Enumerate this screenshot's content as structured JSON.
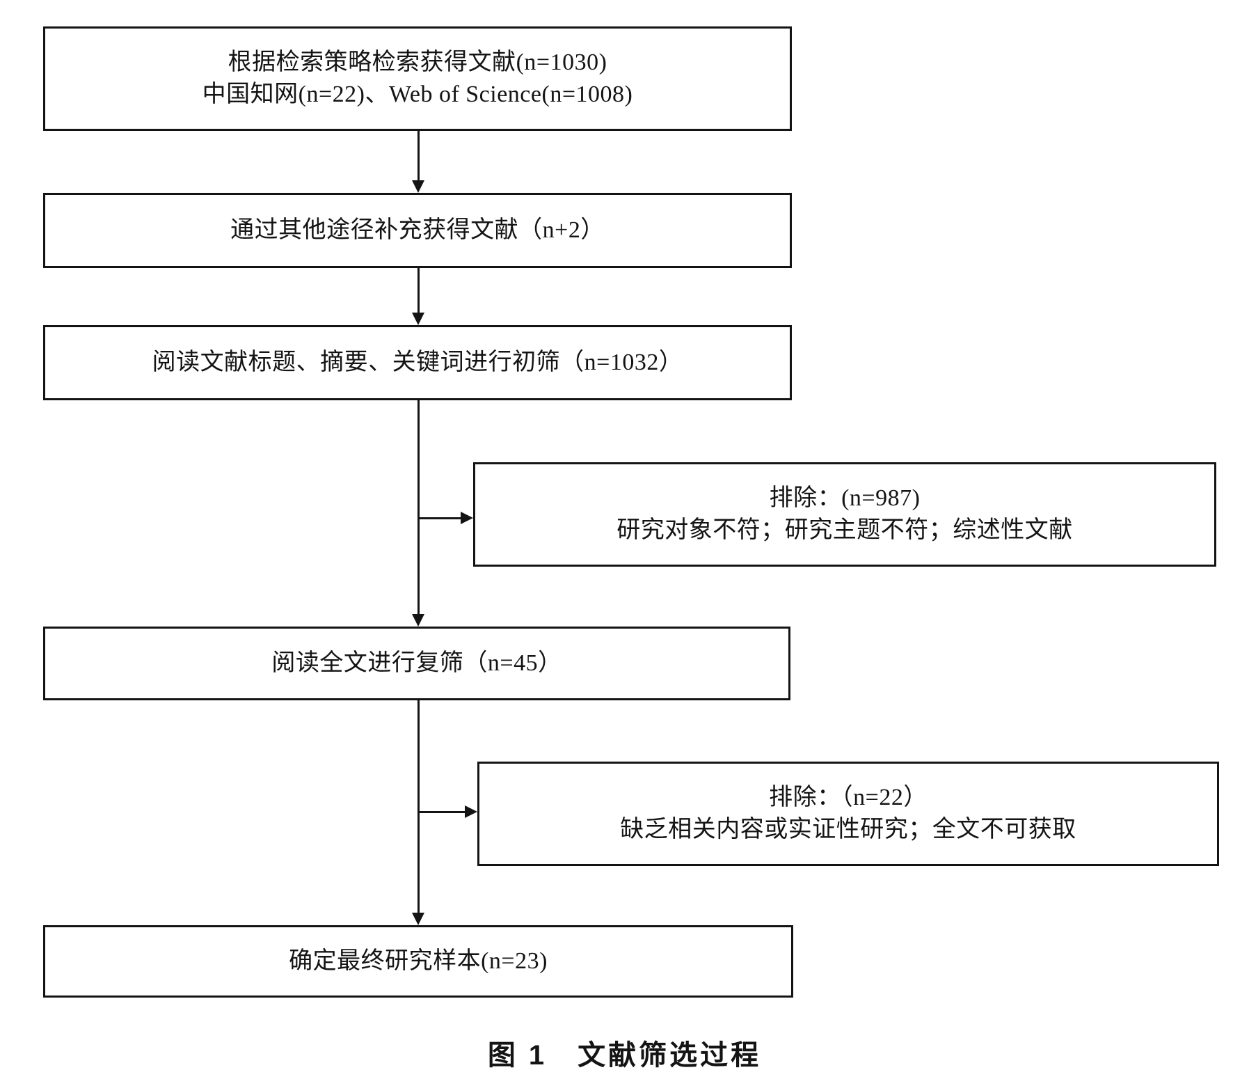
{
  "page": {
    "background": "#ffffff",
    "line_color": "#141414"
  },
  "caption": "图 1　文献筛选过程",
  "flow": {
    "search": {
      "lines": [
        "根据检索策略检索获得文献(n=1030)",
        "中国知网(n=22)、Web of Science(n=1008)"
      ]
    },
    "supplement": {
      "lines": [
        "通过其他途径补充获得文献（n+2）"
      ]
    },
    "initial_screen": {
      "lines": [
        "阅读文献标题、摘要、关键词进行初筛（n=1032）"
      ]
    },
    "exclude_initial": {
      "lines": [
        "排除：(n=987)",
        "研究对象不符；研究主题不符；综述性文献"
      ]
    },
    "fulltext_screen": {
      "lines": [
        "阅读全文进行复筛（n=45）"
      ]
    },
    "exclude_fulltext": {
      "lines": [
        "排除：（n=22）",
        "缺乏相关内容或实证性研究；全文不可获取"
      ]
    },
    "final_sample": {
      "lines": [
        "确定最终研究样本(n=23)"
      ]
    }
  }
}
